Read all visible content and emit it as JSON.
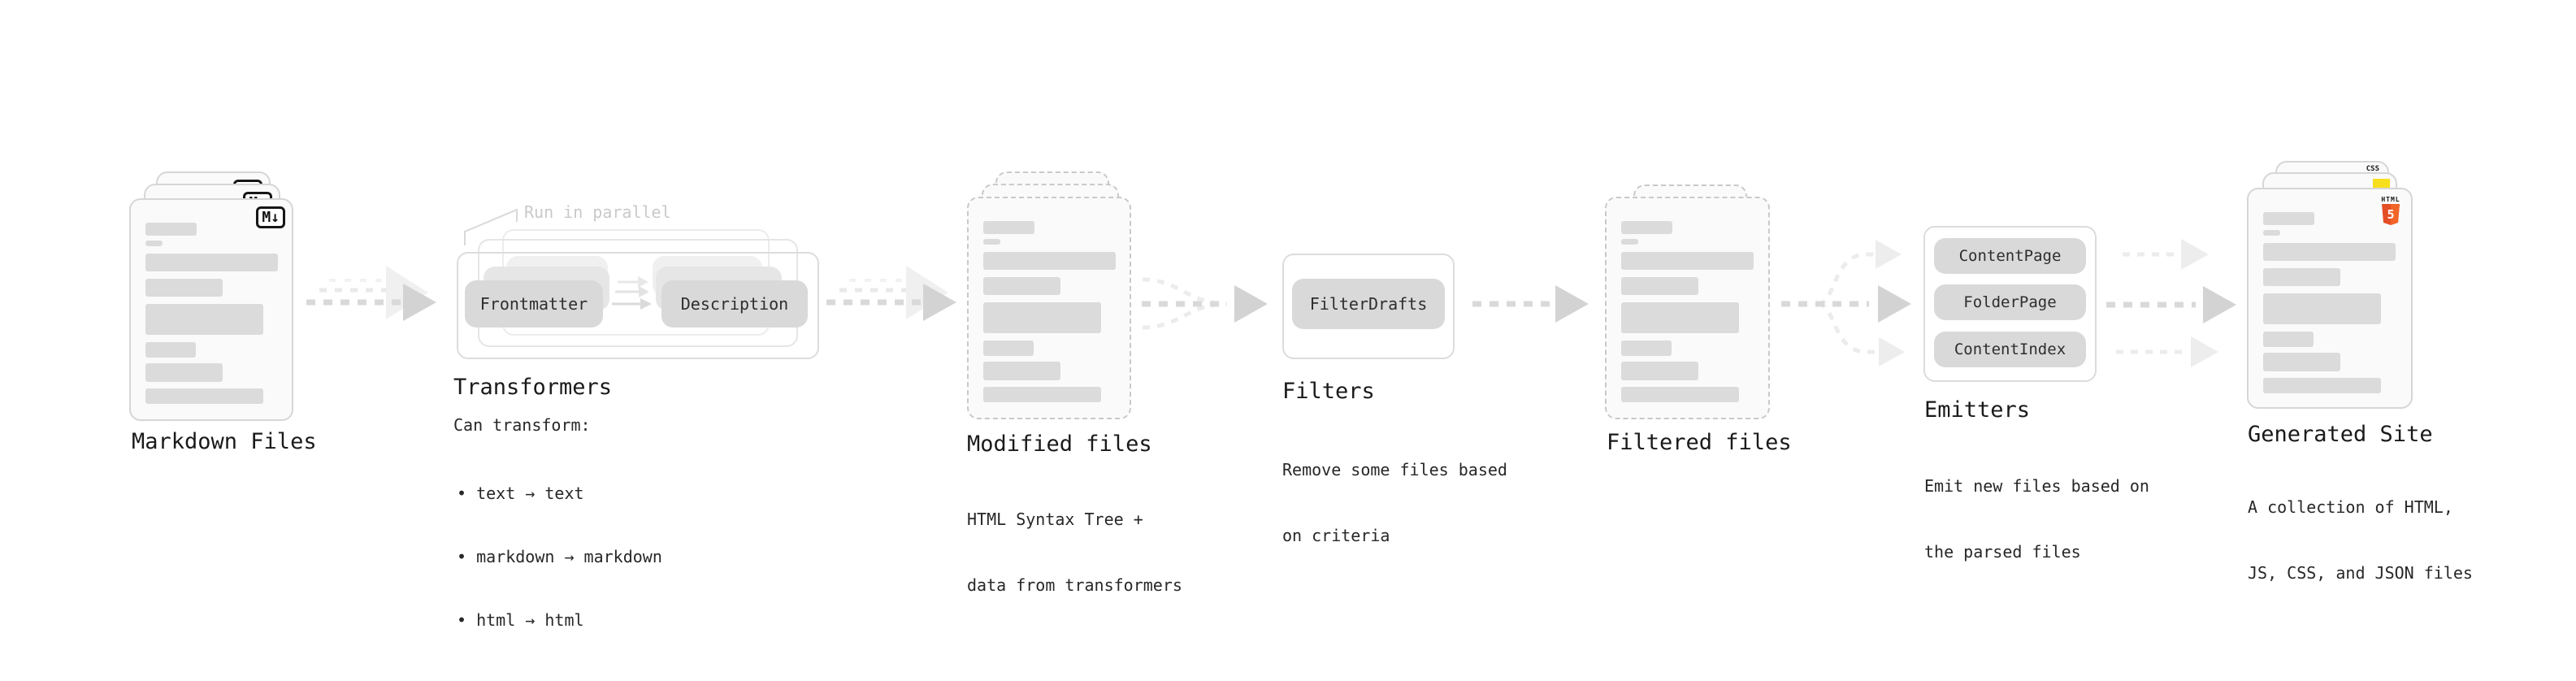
{
  "stages": {
    "markdown_files": {
      "title": "Markdown Files",
      "badge": "M↓"
    },
    "transformers": {
      "title": "Transformers",
      "note": "Run in parallel",
      "pill_left": "Frontmatter",
      "pill_right": "Description",
      "desc_heading": "Can transform:",
      "bullets": [
        "• text → text",
        "• markdown → markdown",
        "• html → html"
      ]
    },
    "modified_files": {
      "title": "Modified files",
      "desc_line1": "HTML Syntax Tree +",
      "desc_line2": "data from transformers"
    },
    "filters": {
      "title": "Filters",
      "pill": "FilterDrafts",
      "desc_line1": "Remove some files based",
      "desc_line2": "on criteria"
    },
    "filtered_files": {
      "title": "Filtered files"
    },
    "emitters": {
      "title": "Emitters",
      "pills": [
        "ContentPage",
        "FolderPage",
        "ContentIndex"
      ],
      "desc_line1": "Emit new files based on",
      "desc_line2": "the parsed files"
    },
    "generated_site": {
      "title": "Generated Site",
      "desc_line1": "A collection of HTML,",
      "desc_line2": "JS, CSS, and JSON files",
      "badge_html_text": "HTML",
      "badge_html_number": "5",
      "badge_css_text": "CSS"
    }
  },
  "colors": {
    "html5_shield": "#e44d26",
    "html5_shield_light": "#f16529",
    "html5_number": "#ffffff",
    "js_badge": "#f7df1e",
    "css_bar": "#2862e9",
    "arrow_main": "#d9d9d9",
    "arrow_head": "#d3d3d3",
    "arrow_light": "#ececec",
    "placeholder_bar": "#dbdbdb",
    "note_gray": "#c9c9c9"
  }
}
